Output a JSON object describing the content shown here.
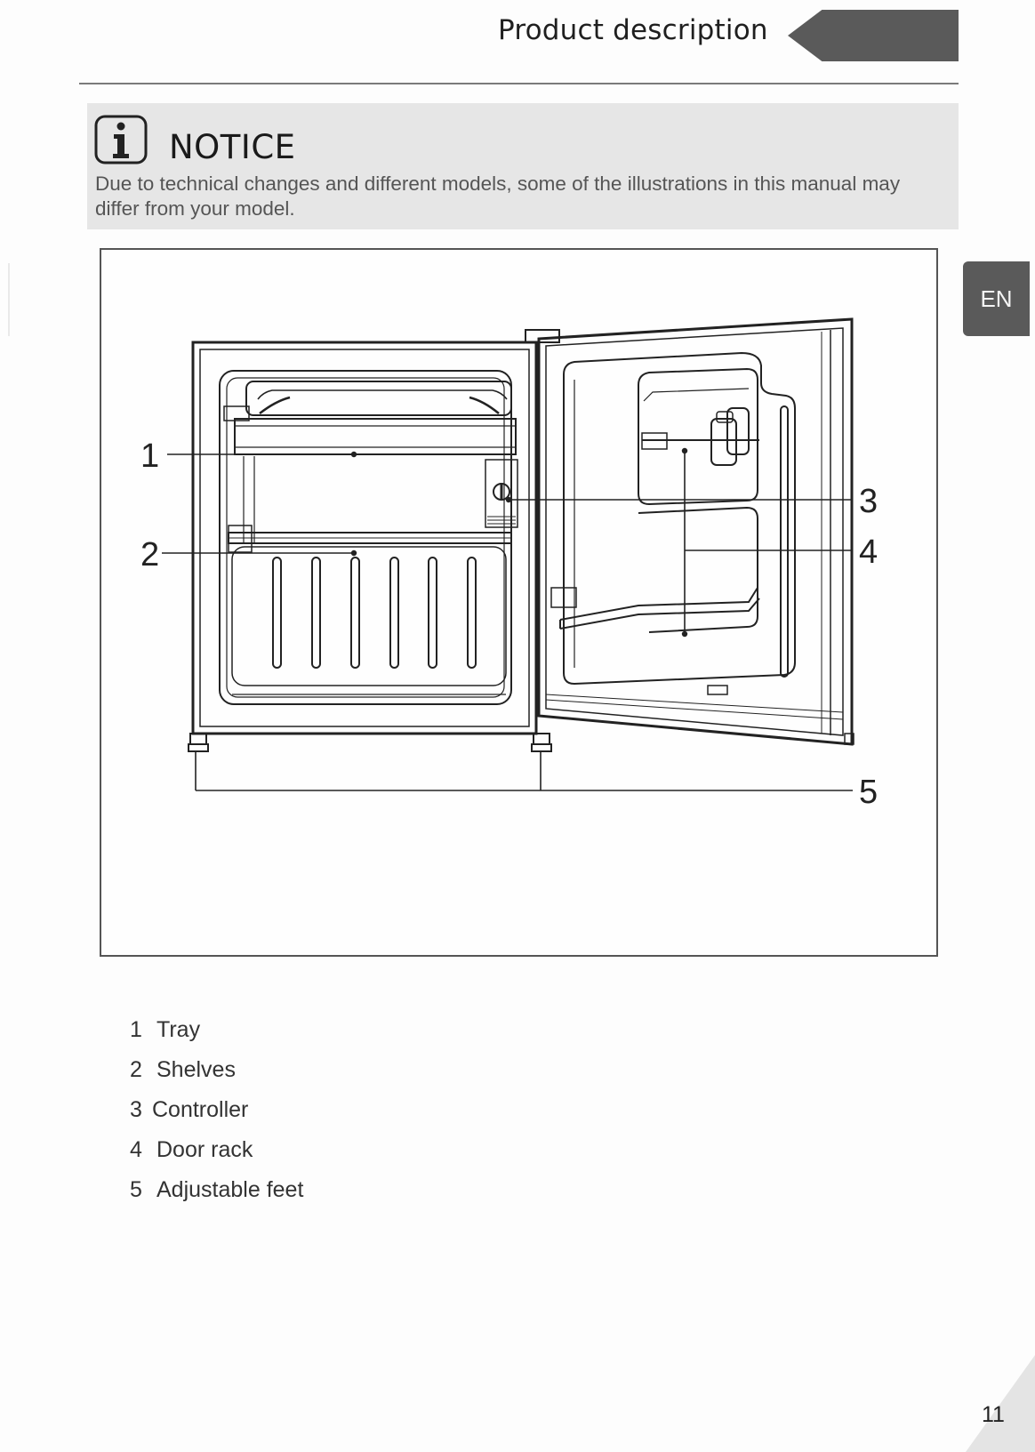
{
  "header": {
    "title": "Product description",
    "tab_color": "#5a5a5a"
  },
  "notice": {
    "icon": "info-icon",
    "title": "NOTICE",
    "text": "Due to technical changes and different models, some of the illustrations in this manual may differ from your model."
  },
  "language_tab": {
    "label": "EN"
  },
  "figure": {
    "subject": "refrigerator-open-door-diagram",
    "callouts": [
      "1",
      "2",
      "3",
      "4",
      "5"
    ]
  },
  "legend": [
    {
      "number": "1",
      "label": "Tray"
    },
    {
      "number": "2",
      "label": "Shelves"
    },
    {
      "number": "3",
      "label": "Controller"
    },
    {
      "number": "4",
      "label": "Door rack"
    },
    {
      "number": "5",
      "label": "Adjustable feet"
    }
  ],
  "page_number": "11"
}
